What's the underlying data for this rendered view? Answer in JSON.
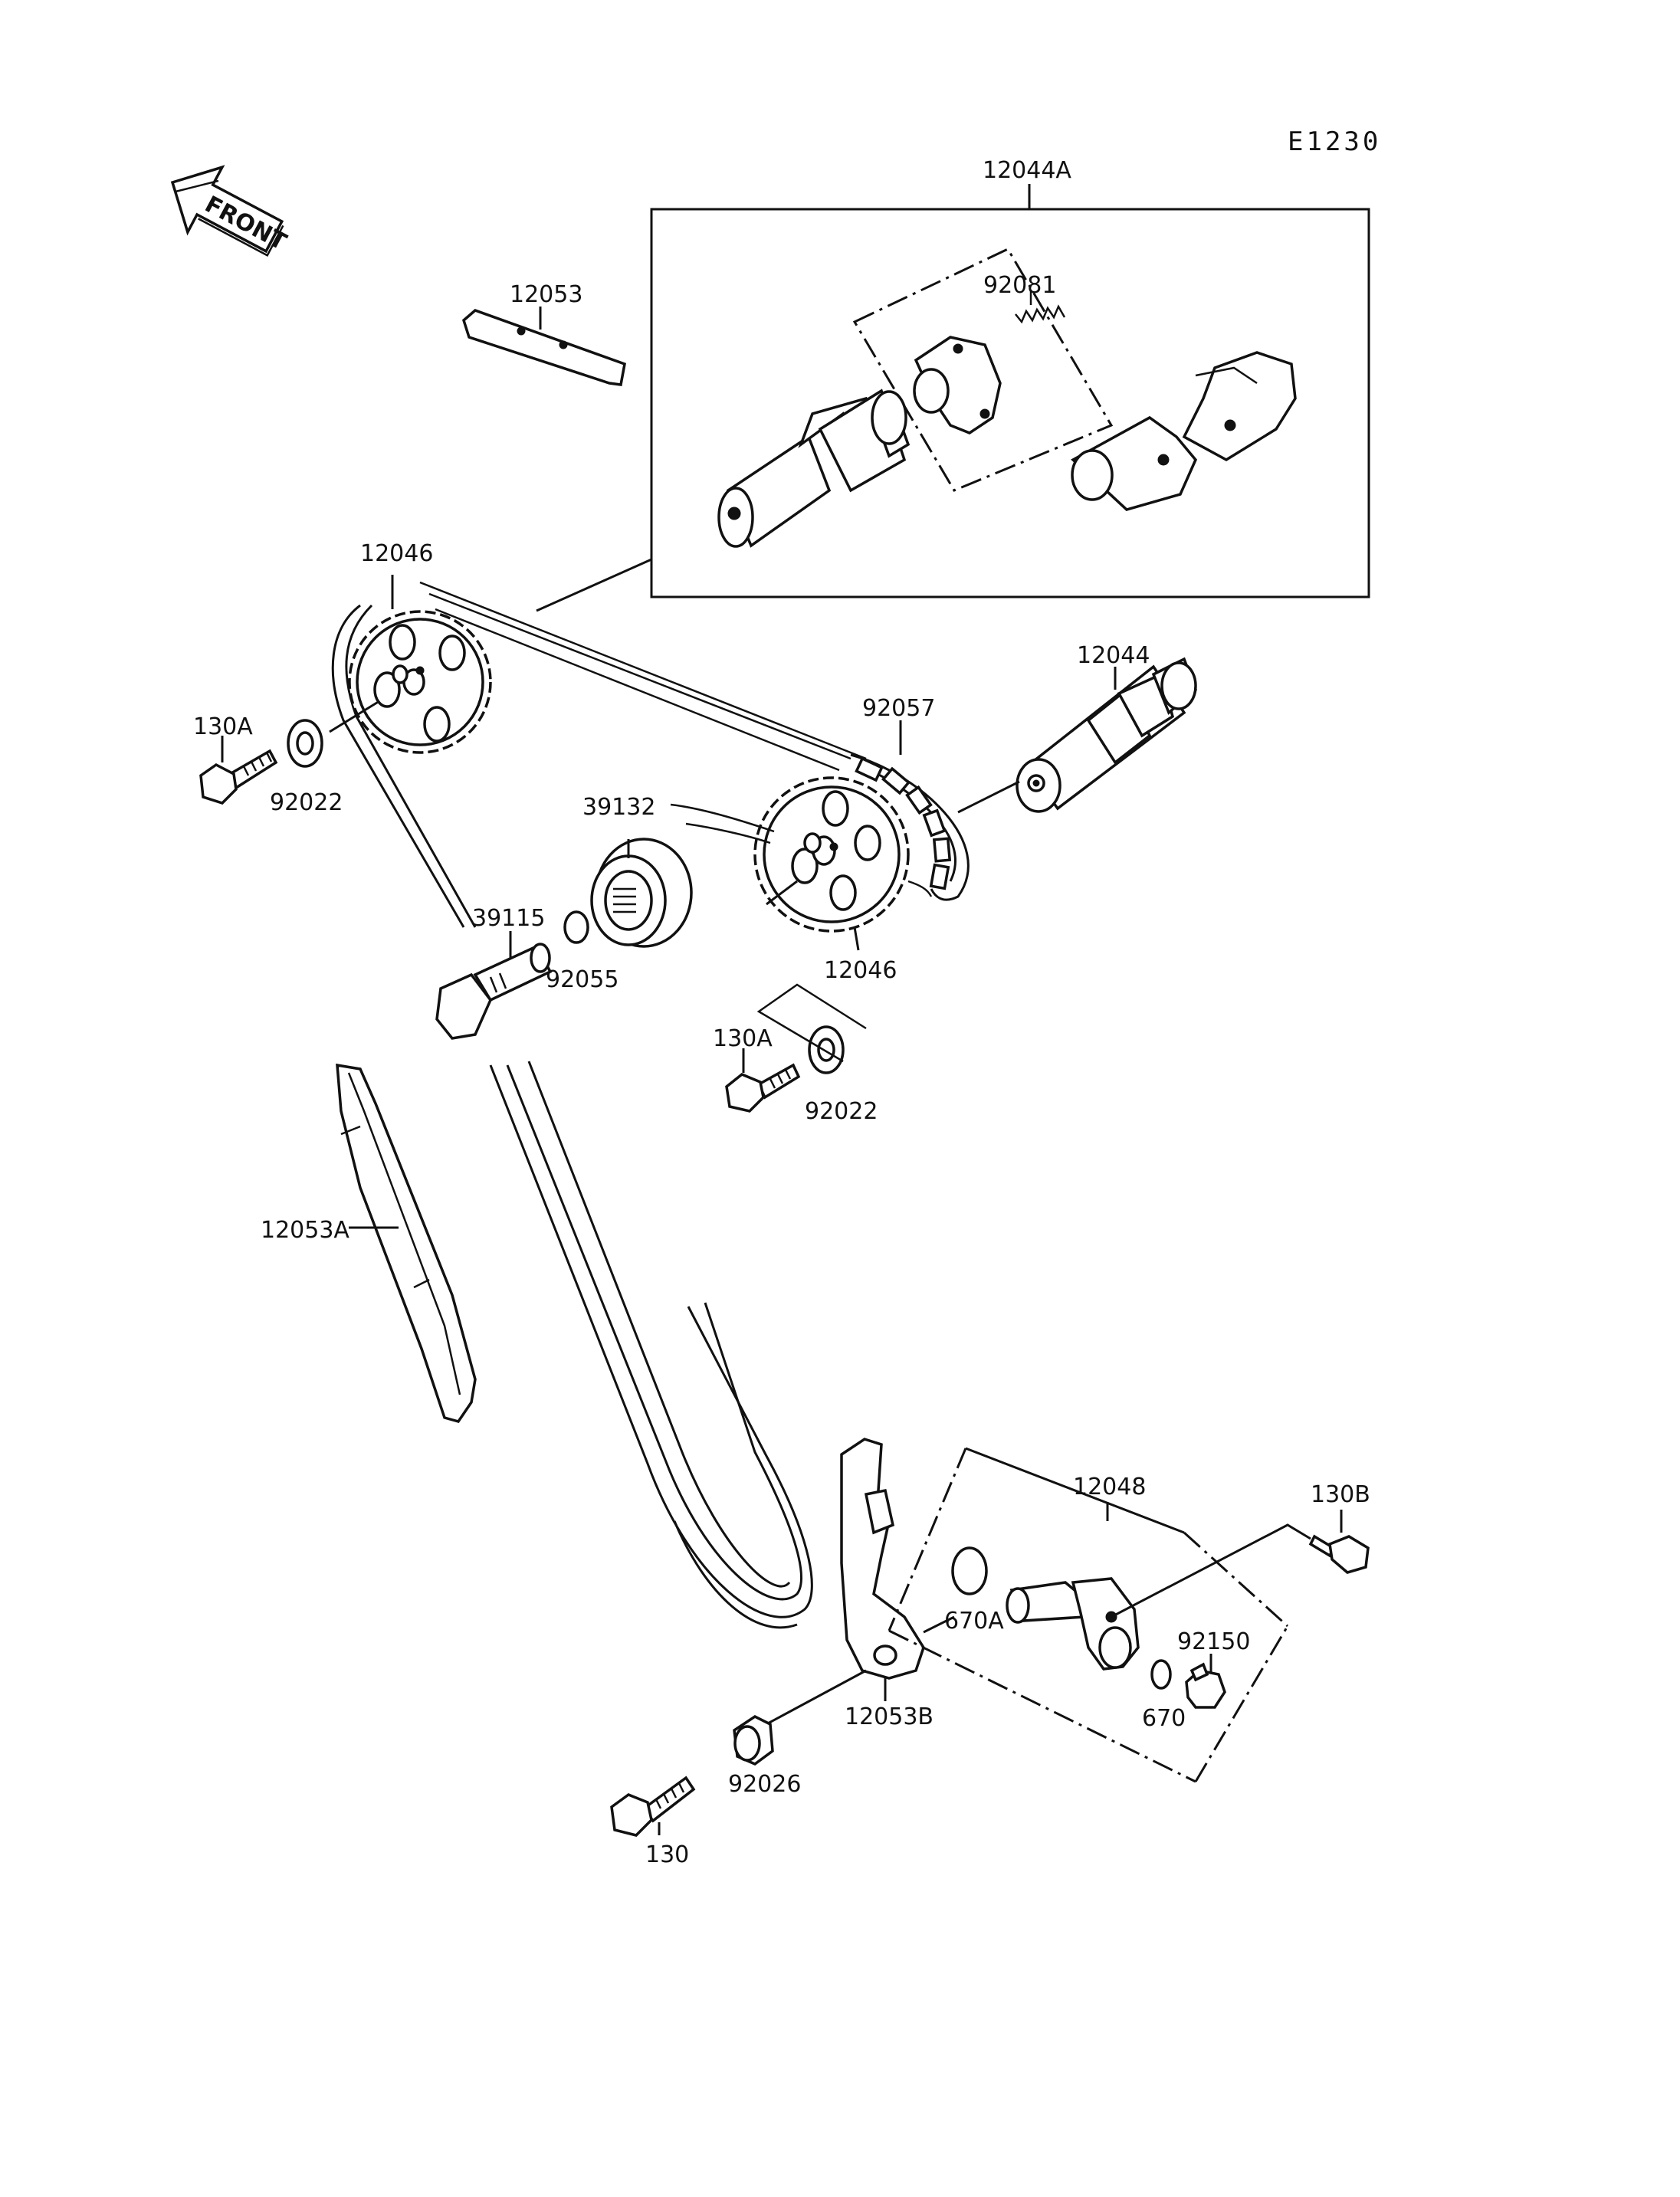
{
  "diagram_code": "E1230",
  "front_arrow_label": "FRONT",
  "labels": {
    "p12044A": "12044A",
    "p12053": "12053",
    "p92081": "92081",
    "p12046_top": "12046",
    "p130A_left": "130A",
    "p92022_left": "92022",
    "p92057": "92057",
    "p12044": "12044",
    "p39132": "39132",
    "p39115": "39115",
    "p92055": "92055",
    "p12046_mid": "12046",
    "p130A_mid": "130A",
    "p92022_mid": "92022",
    "p12053A": "12053A",
    "p12048": "12048",
    "p130B": "130B",
    "p670A": "670A",
    "p92150": "92150",
    "p670": "670",
    "p12053B": "12053B",
    "p92026": "92026",
    "p130": "130"
  }
}
